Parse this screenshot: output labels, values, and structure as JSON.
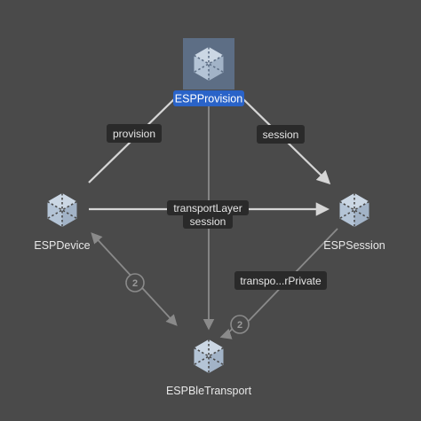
{
  "graph": {
    "nodes": {
      "provision": {
        "label": "ESPProvision",
        "icon": "package-cube-icon",
        "selected": true
      },
      "device": {
        "label": "ESPDevice",
        "icon": "package-cube-icon"
      },
      "session": {
        "label": "ESPSession",
        "icon": "package-cube-icon"
      },
      "transport": {
        "label": "ESPBleTransport",
        "icon": "package-cube-icon"
      }
    },
    "edges": {
      "provision_device": {
        "label": "provision"
      },
      "provision_session": {
        "label": "session"
      },
      "device_session": {
        "label_line1": "transportLayer",
        "label_line2": "session"
      },
      "session_transport": {
        "label": "transpo...rPrivate"
      },
      "device_transport": {
        "count": "2"
      },
      "provision_transport": {
        "count": "2"
      }
    }
  },
  "colors": {
    "background": "#4a4a4a",
    "edge_strong": "#d6d6d6",
    "edge_dim": "#8a8a8a",
    "selection": "#2a63c8",
    "node_highlight": "#5d6e85"
  }
}
